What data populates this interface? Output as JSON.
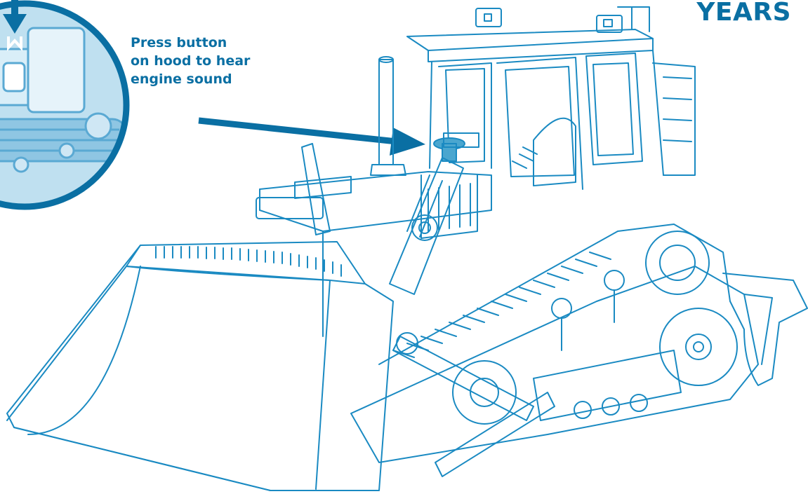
{
  "age_label": "YEARS",
  "callout": {
    "lines": [
      "Press button",
      "on hood to hear",
      "engine sound"
    ]
  },
  "colors": {
    "accent": "#0a6fa3",
    "line_art": "#1a8ac2",
    "inset_fill": "#bfe0f0",
    "button_fill": "#4aa6cf"
  },
  "icons": {
    "inset_arrow": "arrow-down-icon",
    "pointer_arrow": "arrow-right-icon"
  }
}
